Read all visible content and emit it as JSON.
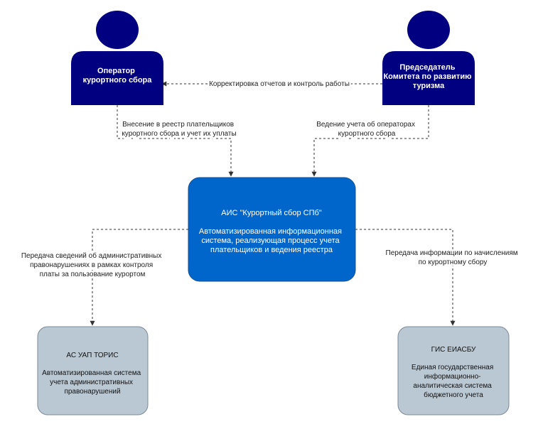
{
  "colors": {
    "actor": "#000080",
    "system": "#0066CC",
    "system_border": "#1a4f8c",
    "external": "#BAC8D3",
    "external_border": "#7b8a99",
    "edge": "#333333"
  },
  "actors": {
    "operator": {
      "icon": "person-icon",
      "lines": [
        "Оператор",
        "курортного сбора"
      ]
    },
    "chairman": {
      "icon": "person-icon",
      "lines": [
        "Председатель",
        "Комитета по развитию",
        "туризма"
      ]
    }
  },
  "system": {
    "title": "АИС \"Курортный сбор СПб\"",
    "lines": [
      "Автоматизированная информационная",
      "система, реализующая процесс учета",
      "плательщиков и ведения реестра"
    ]
  },
  "externals": {
    "toris": {
      "title": "АС УАП ТОРИС",
      "lines": [
        "Автоматизированная система",
        "учета административных",
        "правонарушений"
      ]
    },
    "eiasbu": {
      "title": "ГИС ЕИАСБУ",
      "lines": [
        "Единая государственная",
        "информационно-",
        "аналитическая система",
        "бюджетного учета"
      ]
    }
  },
  "edges": {
    "chairman_to_operator": {
      "lines": [
        "Корректировка отчетов и контроль работы"
      ]
    },
    "operator_to_system": {
      "lines": [
        "Внесение в реестр плательщиков",
        "курортного  сбора и учет их уплаты"
      ]
    },
    "chairman_to_system": {
      "lines": [
        "Ведение учета об операторах",
        "курортного сбора"
      ]
    },
    "system_to_toris": {
      "lines": [
        "Передача сведений об административных",
        "правонарушениях в рамках контроля",
        "платы за пользование курортом"
      ]
    },
    "system_to_eiasbu": {
      "lines": [
        "Передача информации по начислениям",
        "по курортному сбору"
      ]
    }
  }
}
